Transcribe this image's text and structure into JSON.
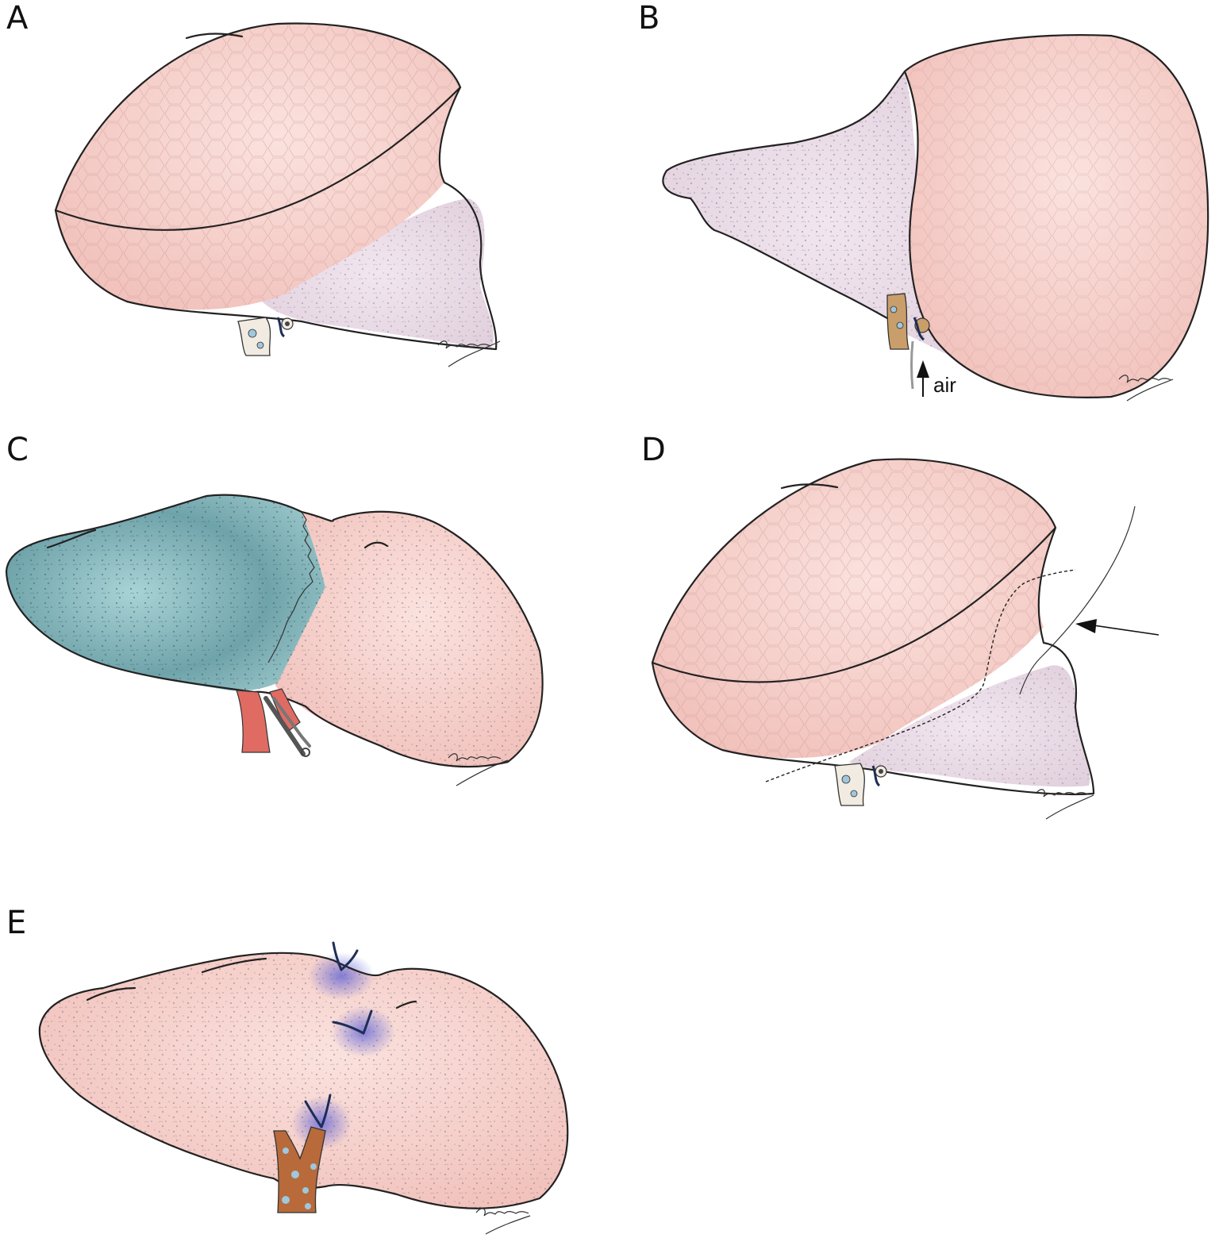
{
  "panels": [
    {
      "id": "A",
      "label": "A"
    },
    {
      "id": "B",
      "label": "B"
    },
    {
      "id": "C",
      "label": "C"
    },
    {
      "id": "D",
      "label": "D"
    },
    {
      "id": "E",
      "label": "E"
    }
  ],
  "annotations": {
    "air_label": "air"
  },
  "colors": {
    "lung_pink": "#f4c9c4",
    "lung_pink_light": "#f9dcd6",
    "lavender_collapsed": "#e8d8e6",
    "ischemic_blue": "#7fb2b8",
    "suture_navy": "#1d2d55",
    "bronchus_brown": "#b86a3a",
    "artery_red": "#d9534f",
    "outline": "#222222"
  },
  "icons": {
    "clamp": "surgical-clamp-icon",
    "signature": "artist-signature"
  }
}
